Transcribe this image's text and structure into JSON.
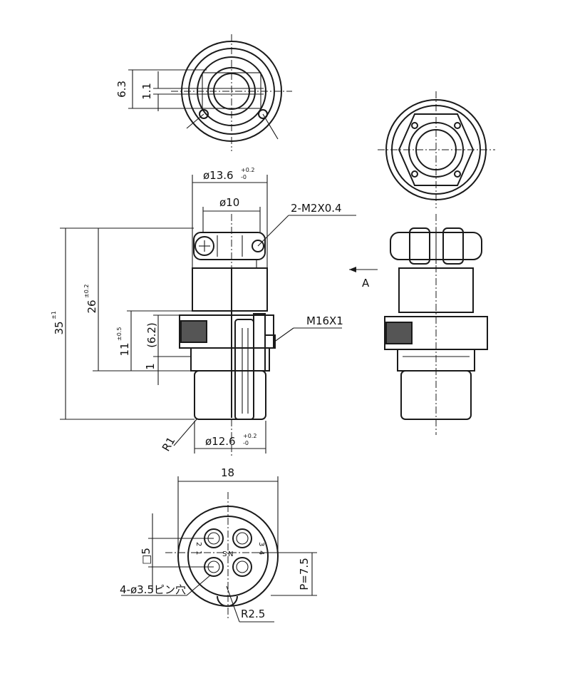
{
  "dimensions": {
    "d_flange": "ø13.6",
    "d_flange_tol_plus": "+0.2",
    "d_flange_tol_minus": "-0",
    "d_inner": "ø10",
    "screw": "2-M2X0.4",
    "thread": "M16X1",
    "len_total": "35",
    "len_total_tol": "±1",
    "len_26": "26",
    "len_26_tol": "±0.2",
    "len_11": "11",
    "len_11_tol": "±0.5",
    "len_6_2": "(6.2)",
    "len_1": "1",
    "radius_r1": "R1",
    "d_body": "ø12.6",
    "d_body_tol_plus": "+0.2",
    "d_body_tol_minus": "-0",
    "top_6_3": "6.3",
    "top_1_1": "1.1",
    "width_18": "18",
    "square_5": "□5",
    "pitch": "P=7.5",
    "pin_hole": "4-ø3.5ピン穴",
    "radius_r2_5": "R2.5",
    "view_arrow": "A"
  },
  "pin_labels": {
    "p1": "1",
    "p2": "2",
    "p3": "3",
    "p4": "4",
    "polarity_s": "S",
    "polarity_n": "N"
  }
}
